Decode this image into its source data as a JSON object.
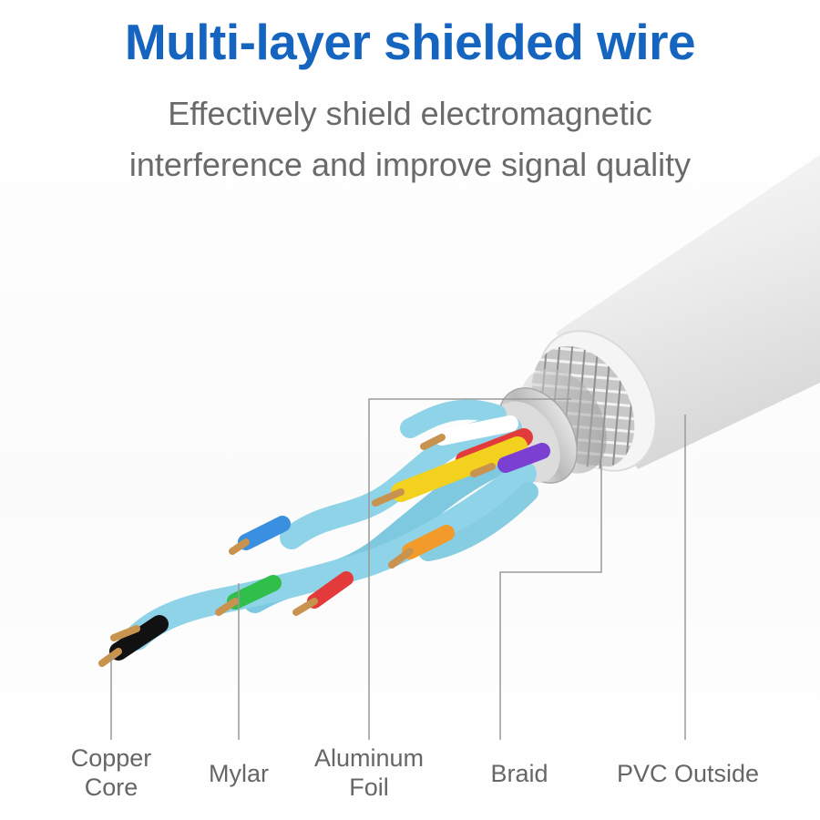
{
  "heading": {
    "title": "Multi-layer shielded wire",
    "subtitle_line1": "Effectively shield electromagnetic",
    "subtitle_line2": "interference and improve signal quality"
  },
  "labels": {
    "copper_core_line1": "Copper",
    "copper_core_line2": "Core",
    "mylar": "Mylar",
    "aluminum_foil_line1": "Aluminum",
    "aluminum_foil_line2": "Foil",
    "braid": "Braid",
    "pvc_outside": "PVC Outside"
  },
  "colors": {
    "title": "#1565c0",
    "subtitle": "#6a6a6a",
    "label": "#666666",
    "leader_line": "#999999",
    "mylar_blue": "#8fd3e8",
    "copper": "#c8924f",
    "pvc": "#eeeeee"
  },
  "wire_colors": [
    "#e33b3b",
    "#f2d21e",
    "#7b3fd1",
    "#ffffff",
    "#3b8fe0",
    "#2fbf4a",
    "#f29b2a",
    "#111111"
  ]
}
